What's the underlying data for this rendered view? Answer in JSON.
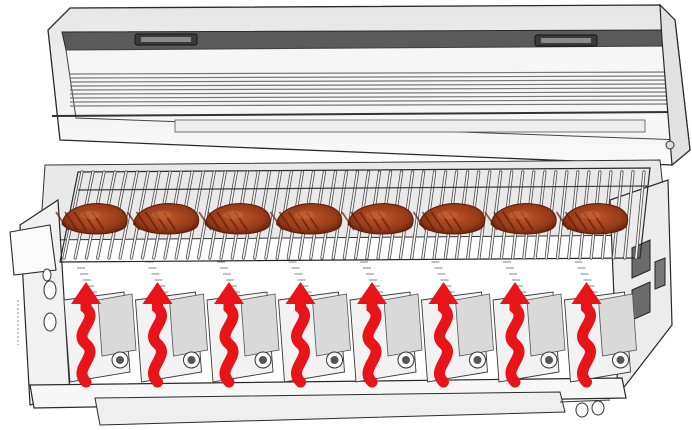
{
  "diagram": {
    "subject": "grill-heat-flow",
    "zones": [
      {
        "id": "zone-1",
        "item": "steak-icon",
        "flow": "heat-arrow-icon"
      },
      {
        "id": "zone-2",
        "item": "steak-icon",
        "flow": "heat-arrow-icon"
      },
      {
        "id": "zone-3",
        "item": "steak-icon",
        "flow": "heat-arrow-icon"
      },
      {
        "id": "zone-4",
        "item": "steak-icon",
        "flow": "heat-arrow-icon"
      },
      {
        "id": "zone-5",
        "item": "steak-icon",
        "flow": "heat-arrow-icon"
      },
      {
        "id": "zone-6",
        "item": "steak-icon",
        "flow": "heat-arrow-icon"
      },
      {
        "id": "zone-7",
        "item": "steak-icon",
        "flow": "heat-arrow-icon"
      },
      {
        "id": "zone-8",
        "item": "steak-icon",
        "flow": "heat-arrow-icon"
      }
    ]
  },
  "colors": {
    "line": "#2a2a2a",
    "metal_light": "#f2f2f2",
    "metal_mid": "#d9d9d9",
    "metal_dark": "#9a9a9a",
    "heat_arrow": "#e8141a",
    "steak": "#9c3f1c",
    "steak_dark": "#5e1f0a",
    "steak_char": "#c86a3a"
  }
}
